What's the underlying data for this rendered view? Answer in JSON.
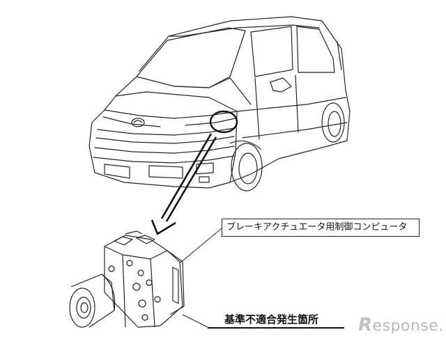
{
  "labels": {
    "component_callout": "ブレーキアクチュエータ用制御コンピュータ",
    "defect_location": "基準不適合発生箇所"
  },
  "watermark": {
    "r_letter": "R",
    "rest": "esponse."
  },
  "colors": {
    "line": "#222222",
    "watermark": "#b8b8b8"
  }
}
